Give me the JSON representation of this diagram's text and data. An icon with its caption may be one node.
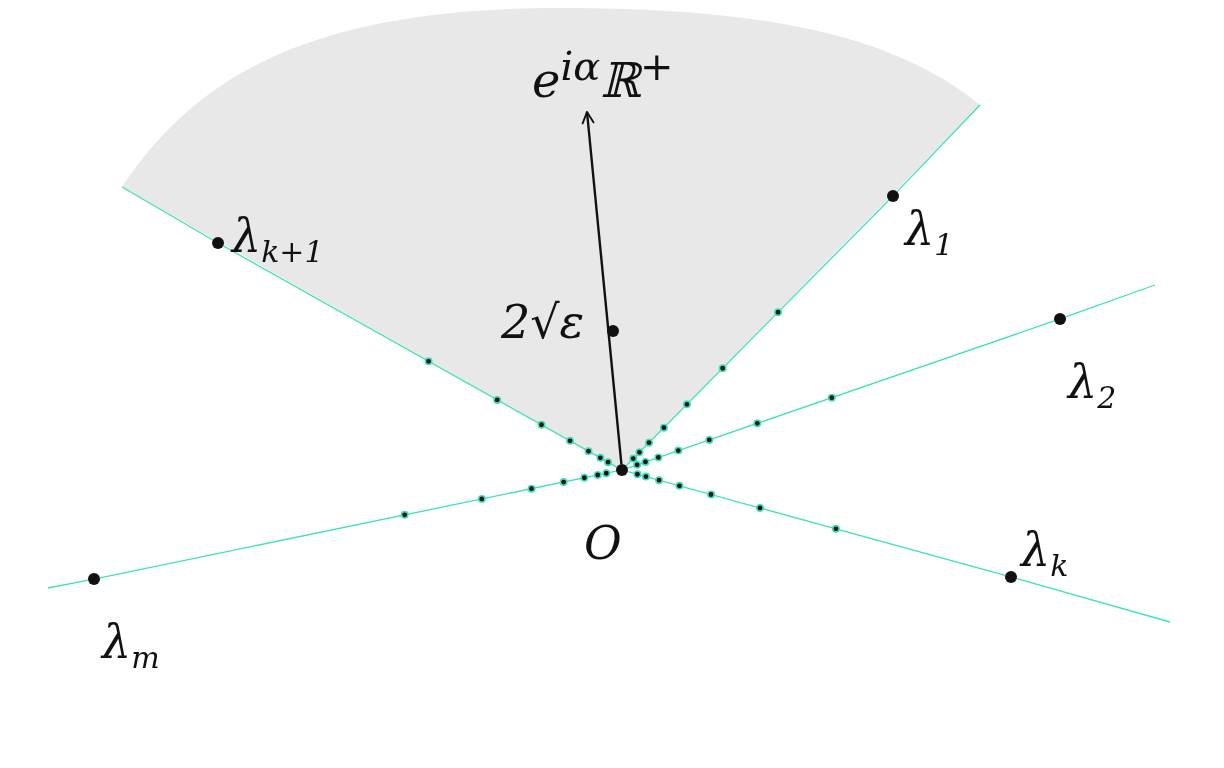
{
  "diagram": {
    "nodes": [
      {
        "text": [],
        "shape": "circle",
        "beside": [
          "O"
        ]
      },
      {
        "text": [],
        "shape": "circle",
        "beside": [
          "λ$_{1}$"
        ]
      },
      {
        "text": [],
        "shape": "circle",
        "beside": [
          "λ$_{2}$"
        ]
      },
      {
        "text": [],
        "shape": "circle",
        "beside": [
          "λ$_{k}$"
        ]
      },
      {
        "text": [],
        "shape": "circle",
        "beside": [
          "λ$_{k+1}$"
        ]
      },
      {
        "text": [],
        "shape": "circle",
        "beside": [
          "λ$_{m}$"
        ]
      },
      {
        "text": [],
        "shape": "circle",
        "beside": [
          "2√ε"
        ]
      }
    ],
    "edges": [
      {
        "from": 0,
        "to": 1,
        "arrow": "none"
      },
      {
        "from": 0,
        "to": 2,
        "arrow": "none"
      },
      {
        "from": 0,
        "to": 3,
        "arrow": "none"
      },
      {
        "from": 0,
        "to": 4,
        "arrow": "none"
      },
      {
        "from": 0,
        "to": 5,
        "arrow": "none"
      },
      {
        "from": 0,
        "to": null,
        "arrow": "to",
        "color": "#111111",
        "label": "e$^{iα}$ℝ$^{+}$"
      }
    ]
  }
}
